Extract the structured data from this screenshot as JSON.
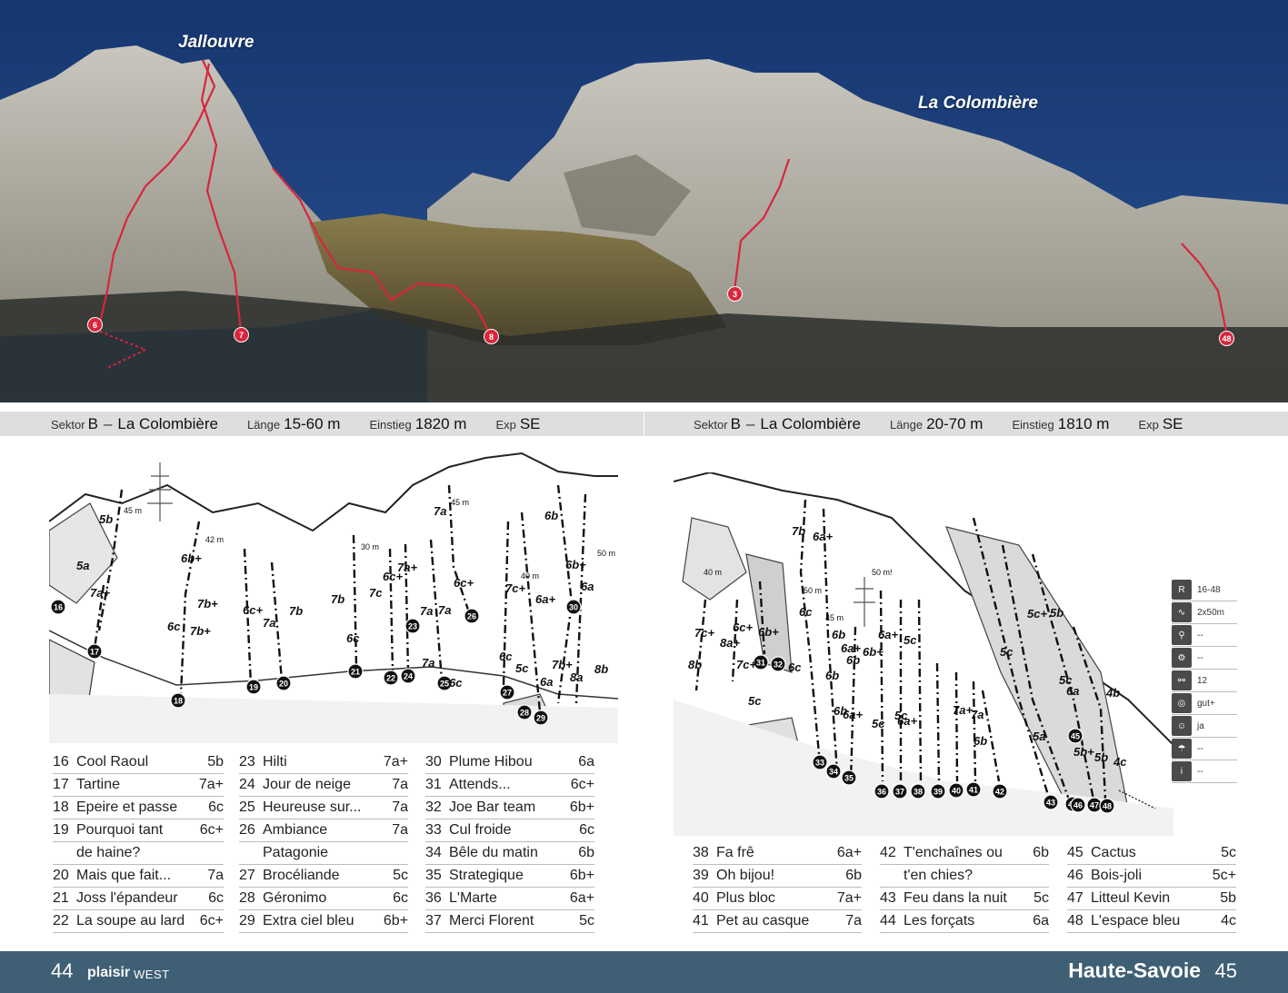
{
  "photo": {
    "labels": {
      "jallouvre": "Jallouvre",
      "colombiere": "La Colombière"
    },
    "markers": [
      "6",
      "7",
      "8",
      "3",
      "48"
    ]
  },
  "sectors": [
    {
      "label": "Sektor",
      "letter": "B",
      "name": "La Colombière",
      "length_label": "Länge",
      "length": "15-60 m",
      "start_label": "Einstieg",
      "start": "1820 m",
      "exp_label": "Exp",
      "exp": "SE"
    },
    {
      "label": "Sektor",
      "letter": "B",
      "name": "La Colombière",
      "length_label": "Länge",
      "length": "20-70 m",
      "start_label": "Einstieg",
      "start": "1810 m",
      "exp_label": "Exp",
      "exp": "SE"
    }
  ],
  "topo_left": {
    "routes": [
      "16",
      "17",
      "18",
      "19",
      "20",
      "21",
      "22",
      "24",
      "23",
      "25",
      "26",
      "27",
      "28",
      "29",
      "30"
    ],
    "grades": [
      "5b",
      "5a",
      "7a+",
      "6b+",
      "6c",
      "7b+",
      "7b+",
      "6c+",
      "7a",
      "7b",
      "7b",
      "7c",
      "6c+",
      "7a+",
      "7a",
      "7a",
      "7a",
      "6c+",
      "6c",
      "6c",
      "5c",
      "6a",
      "6b",
      "7b+",
      "8a",
      "8b",
      "6b+",
      "6a+",
      "6a",
      "7c+",
      "7a",
      "6c"
    ],
    "lengths": [
      "45 m",
      "42 m",
      "30 m",
      "45 m",
      "40 m",
      "50 m"
    ]
  },
  "topo_right": {
    "routes": [
      "31",
      "32",
      "33",
      "34",
      "35",
      "36",
      "37",
      "38",
      "39",
      "40",
      "41",
      "42",
      "43",
      "44",
      "45",
      "46",
      "47",
      "48"
    ],
    "grades": [
      "7b",
      "6a+",
      "6c",
      "6b",
      "6b",
      "6a+",
      "6b+",
      "5c",
      "6a+",
      "5c",
      "6c+",
      "6b+",
      "7c+",
      "8a+",
      "8b",
      "7c+",
      "6c",
      "6b",
      "6b",
      "6a+",
      "5c",
      "6a+",
      "7a+",
      "7a",
      "6b",
      "5c",
      "5c+",
      "5b",
      "5c",
      "5c",
      "6a",
      "4b",
      "5a",
      "5b+",
      "5b",
      "4c"
    ],
    "lengths": [
      "40 m",
      "50 m",
      "45 m",
      "50 m!"
    ]
  },
  "tables": {
    "col1": [
      {
        "num": "16",
        "name": "Cool Raoul",
        "grade": "5b"
      },
      {
        "num": "17",
        "name": "Tartine",
        "grade": "7a+"
      },
      {
        "num": "18",
        "name": "Epeire et passe",
        "grade": "6c"
      },
      {
        "num": "19",
        "name": "Pourquoi tant",
        "grade": "6c+"
      },
      {
        "num": "",
        "name": "de haine?",
        "grade": ""
      },
      {
        "num": "20",
        "name": "Mais que fait...",
        "grade": "7a"
      },
      {
        "num": "21",
        "name": "Joss l'épandeur",
        "grade": "6c"
      },
      {
        "num": "22",
        "name": "La soupe au lard",
        "grade": "6c+"
      }
    ],
    "col2": [
      {
        "num": "23",
        "name": "Hilti",
        "grade": "7a+"
      },
      {
        "num": "24",
        "name": "Jour de neige",
        "grade": "7a"
      },
      {
        "num": "25",
        "name": "Heureuse sur...",
        "grade": "7a"
      },
      {
        "num": "26",
        "name": "Ambiance",
        "grade": "7a"
      },
      {
        "num": "",
        "name": "Patagonie",
        "grade": ""
      },
      {
        "num": "27",
        "name": "Brocéliande",
        "grade": "5c"
      },
      {
        "num": "28",
        "name": "Géronimo",
        "grade": "6c"
      },
      {
        "num": "29",
        "name": "Extra ciel bleu",
        "grade": "6b+"
      }
    ],
    "col3": [
      {
        "num": "30",
        "name": "Plume Hibou",
        "grade": "6a"
      },
      {
        "num": "31",
        "name": "Attends...",
        "grade": "6c+"
      },
      {
        "num": "32",
        "name": "Joe Bar team",
        "grade": "6b+"
      },
      {
        "num": "33",
        "name": "Cul froide",
        "grade": "6c"
      },
      {
        "num": "34",
        "name": "Bêle du matin",
        "grade": "6b"
      },
      {
        "num": "35",
        "name": "Strategique",
        "grade": "6b+"
      },
      {
        "num": "36",
        "name": "L'Marte",
        "grade": "6a+"
      },
      {
        "num": "37",
        "name": "Merci Florent",
        "grade": "5c"
      }
    ],
    "col4": [
      {
        "num": "38",
        "name": "Fa frê",
        "grade": "6a+"
      },
      {
        "num": "39",
        "name": "Oh bijou!",
        "grade": "6b"
      },
      {
        "num": "40",
        "name": "Plus bloc",
        "grade": "7a+"
      },
      {
        "num": "41",
        "name": "Pet au casque",
        "grade": "7a"
      }
    ],
    "col5": [
      {
        "num": "42",
        "name": "T'enchaînes ou",
        "grade": "6b"
      },
      {
        "num": "",
        "name": "t'en chies?",
        "grade": ""
      },
      {
        "num": "43",
        "name": "Feu dans la nuit",
        "grade": "5c"
      },
      {
        "num": "44",
        "name": "Les forçats",
        "grade": "6a"
      }
    ],
    "col6": [
      {
        "num": "45",
        "name": "Cactus",
        "grade": "5c"
      },
      {
        "num": "46",
        "name": "Bois-joli",
        "grade": "5c+"
      },
      {
        "num": "47",
        "name": "Litteul Kevin",
        "grade": "5b"
      },
      {
        "num": "48",
        "name": "L'espace bleu",
        "grade": "4c"
      }
    ]
  },
  "info": [
    {
      "icon": "route-icon",
      "glyph": "R",
      "value": "16-48"
    },
    {
      "icon": "rope-icon",
      "glyph": "∿",
      "value": "2x50m"
    },
    {
      "icon": "nut-icon",
      "glyph": "⚲",
      "value": "--"
    },
    {
      "icon": "cam-icon",
      "glyph": "⚙",
      "value": "--"
    },
    {
      "icon": "quickdraw-icon",
      "glyph": "⚯",
      "value": "12"
    },
    {
      "icon": "bolt-icon",
      "glyph": "◎",
      "value": "gut+"
    },
    {
      "icon": "family-icon",
      "glyph": "☺",
      "value": "ja"
    },
    {
      "icon": "rain-icon",
      "glyph": "☂",
      "value": "--"
    },
    {
      "icon": "info-icon",
      "glyph": "i",
      "value": "--"
    }
  ],
  "footer": {
    "page_left": "44",
    "brand": "plaisir",
    "brand_sub": "WEST",
    "region": "Haute-Savoie",
    "page_right": "45"
  },
  "colors": {
    "route_red": "#d7263d",
    "footer_blue": "#3f5f74",
    "sky": "#1c3f7a",
    "bar_gray": "#dcdee0"
  }
}
